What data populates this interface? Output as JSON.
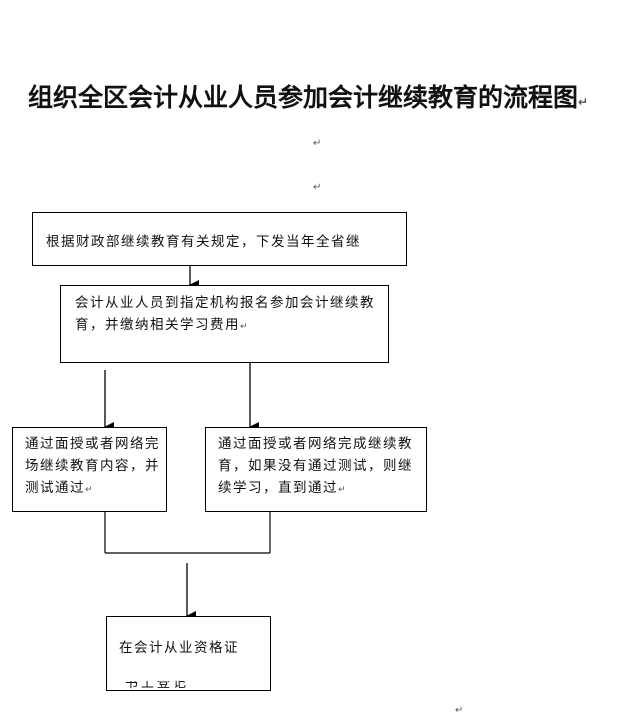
{
  "title": "组织全区会计从业人员参加会计继续教育的流程图",
  "paragraph_mark": "↵",
  "boxes": {
    "step_1": "根据财政部继续教育有关规定，下发当年全省继",
    "step_2": "会计从业人员到指定机构报名参加会计继续教育，并缴纳相关学习费用",
    "step_3": "通过面授或者网络完场继续教育内容，并测试通过",
    "step_4": "通过面授或者网络完成继续教育，如果没有通过测试，则继续学习，直到通过",
    "step_5": "在会计从业资格证",
    "step_5_clipped": "书上登记"
  },
  "colors": {
    "line": "#000000",
    "background": "#ffffff",
    "mark": "#555555"
  }
}
